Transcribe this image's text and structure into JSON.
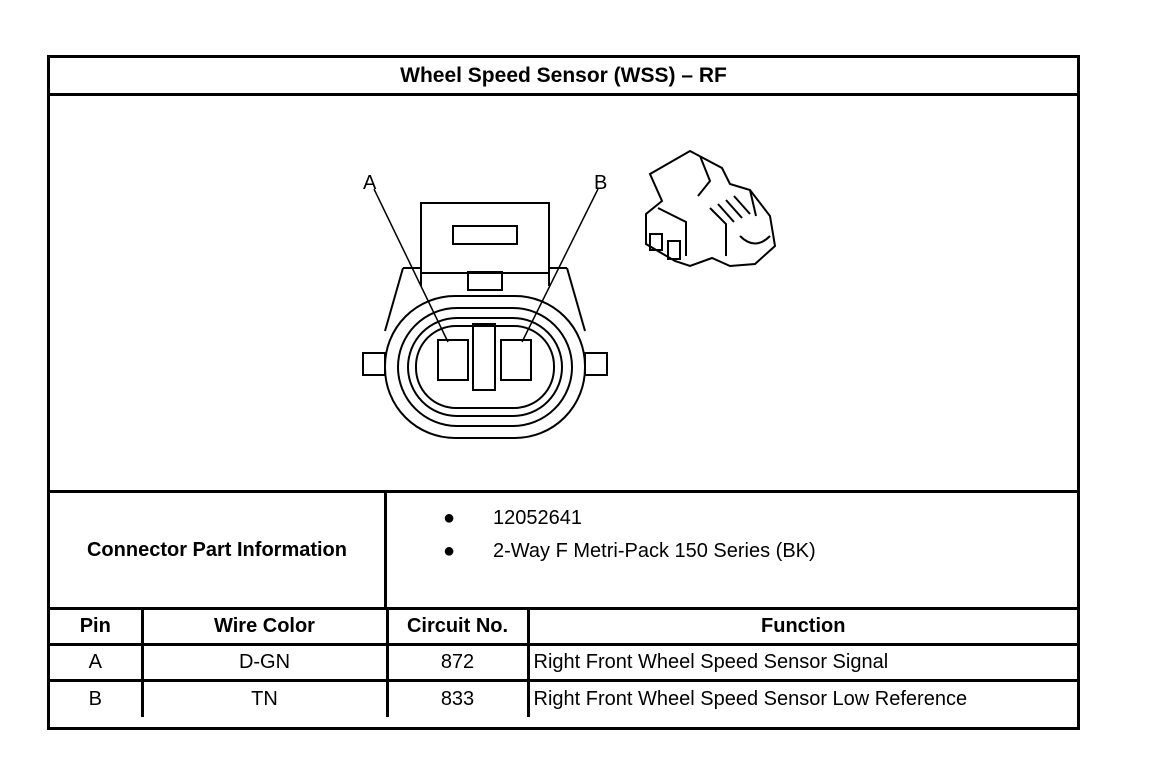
{
  "title": "Wheel Speed Sensor (WSS) – RF",
  "figure": {
    "pin_labels": [
      "A",
      "B"
    ],
    "icons": [
      "connector-face-diagram",
      "connector-isometric-icon"
    ]
  },
  "connector_info": {
    "label": "Connector Part Information",
    "items": [
      "12052641",
      "2-Way F Metri-Pack 150 Series (BK)"
    ]
  },
  "table": {
    "headers": [
      "Pin",
      "Wire Color",
      "Circuit No.",
      "Function"
    ],
    "rows": [
      [
        "A",
        "D-GN",
        "872",
        "Right Front Wheel Speed Sensor Signal"
      ],
      [
        "B",
        "TN",
        "833",
        "Right Front Wheel Speed Sensor Low Reference"
      ]
    ]
  }
}
